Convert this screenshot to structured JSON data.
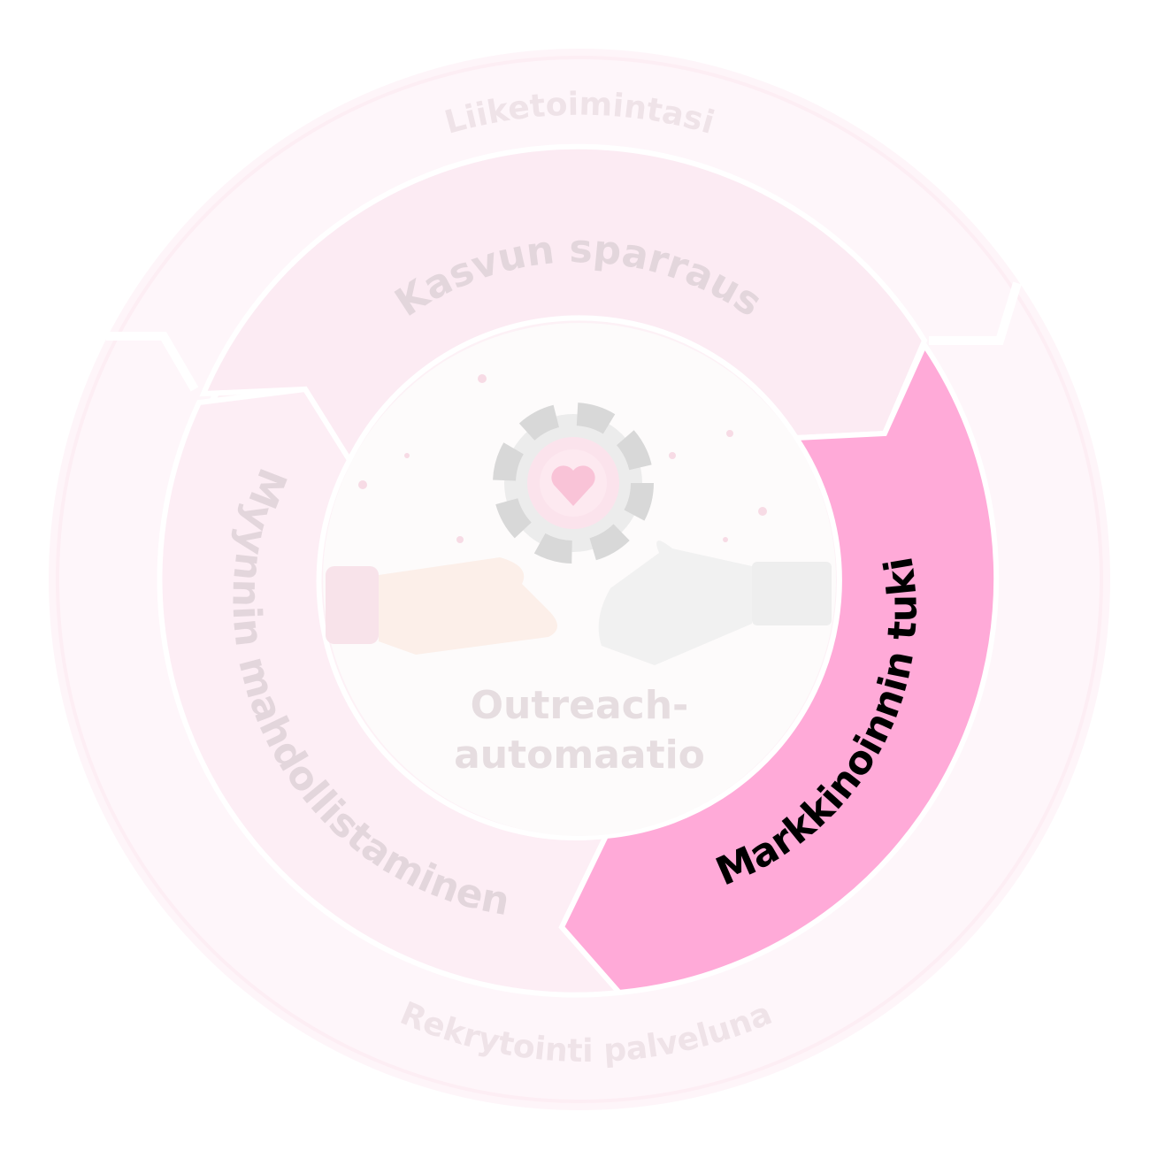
{
  "diagram": {
    "outer_ring": {
      "top_label": "Liiketoimintasi",
      "bottom_label": "Rekrytointi palveluna"
    },
    "middle_ring": {
      "segments": [
        {
          "id": "kasvun-sparraus",
          "label": "Kasvun sparraus",
          "active": false
        },
        {
          "id": "markkinoinnin-tuki",
          "label": "Markkinoinnin tuki",
          "active": true
        },
        {
          "id": "myynnin-mahdollistaminen",
          "label": "Myynnin mahdollistaminen",
          "active": false
        }
      ]
    },
    "center": {
      "label_line1": "Outreach-",
      "label_line2": "automaatio",
      "icon": "heart-chip-icon",
      "illustration": "human-robot-handshake"
    },
    "colors": {
      "active_segment": "#ffaad8",
      "inactive_segment": "#fdeaf3",
      "outer_ring": "#fef4f8",
      "active_text": "#000000",
      "inactive_text": "#e3d6dc"
    }
  }
}
